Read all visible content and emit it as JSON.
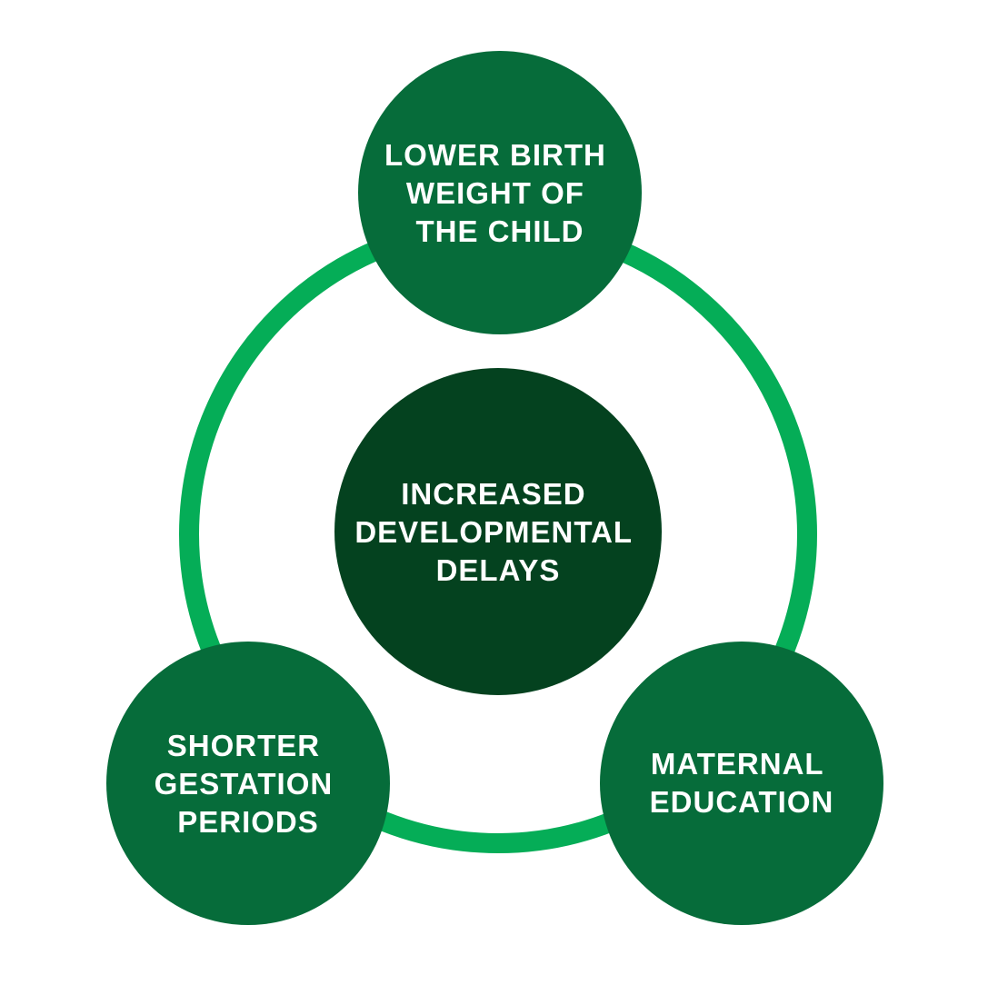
{
  "colors": {
    "background": "#ffffff",
    "ring": "#05ad57",
    "node": "#066c3a",
    "center_node": "#04421f",
    "text": "#ffffff"
  },
  "nodes": {
    "top": {
      "lines": [
        "LOWER BIRTH",
        "WEIGHT OF",
        "THE CHILD"
      ]
    },
    "center": {
      "lines": [
        "INCREASED",
        "DEVELOPMENTAL",
        "DELAYS"
      ]
    },
    "bottom_left": {
      "lines": [
        "SHORTER",
        "GESTATION",
        "PERIODS"
      ]
    },
    "bottom_right": {
      "lines": [
        "MATERNAL",
        "EDUCATION"
      ]
    }
  }
}
